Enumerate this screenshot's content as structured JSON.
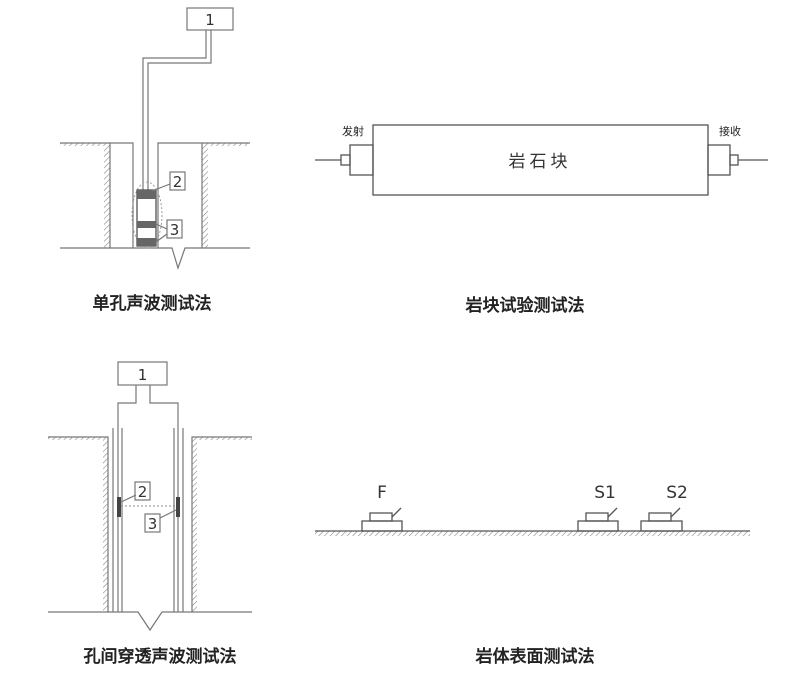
{
  "panels": {
    "single_hole": {
      "caption": "单孔声波测试法",
      "label_1": "1",
      "label_2": "2",
      "label_3": "3"
    },
    "rock_block": {
      "caption": "岩块试验测试法",
      "block_label": "岩石块",
      "transmit": "发射",
      "receive": "接收"
    },
    "cross_hole": {
      "caption": "孔间穿透声波测试法",
      "label_1": "1",
      "label_2": "2",
      "label_3": "3"
    },
    "surface": {
      "caption": "岩体表面测试法",
      "sensor_f": "F",
      "sensor_s1": "S1",
      "sensor_s2": "S2"
    }
  }
}
